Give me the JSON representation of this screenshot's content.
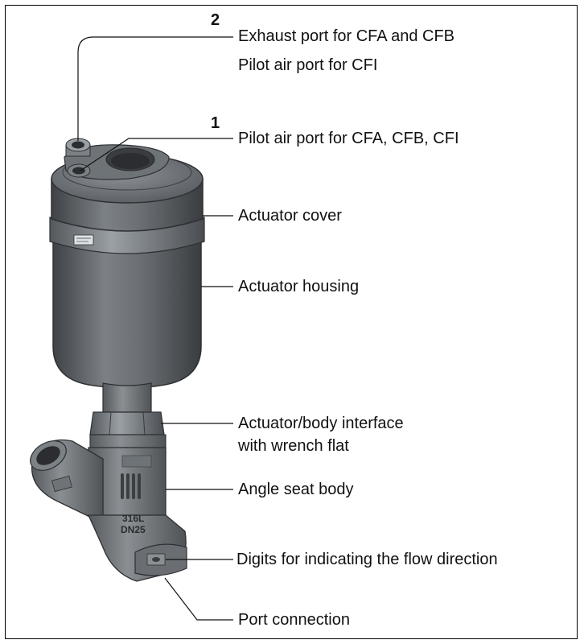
{
  "diagram": {
    "port_numbers": {
      "exhaust": "2",
      "pilot": "1"
    },
    "labels": {
      "exhaust_port": "Exhaust port for CFA and CFB",
      "pilot_port_cfi": "Pilot air port for CFI",
      "pilot_port_all": "Pilot air port for CFA, CFB, CFI",
      "actuator_cover": "Actuator cover",
      "actuator_housing": "Actuator housing",
      "interface_line1": "Actuator/body interface",
      "interface_line2": "with wrench flat",
      "angle_seat_body": "Angle seat body",
      "flow_digits": "Digits for indicating the flow direction",
      "port_connection": "Port connection"
    },
    "body_markings": {
      "material": "316L",
      "size": "DN25"
    },
    "colors": {
      "metal_dark": "#4a4d50",
      "metal_mid": "#6e7276",
      "metal_light": "#9aa0a5",
      "leader_line": "#111111"
    }
  }
}
